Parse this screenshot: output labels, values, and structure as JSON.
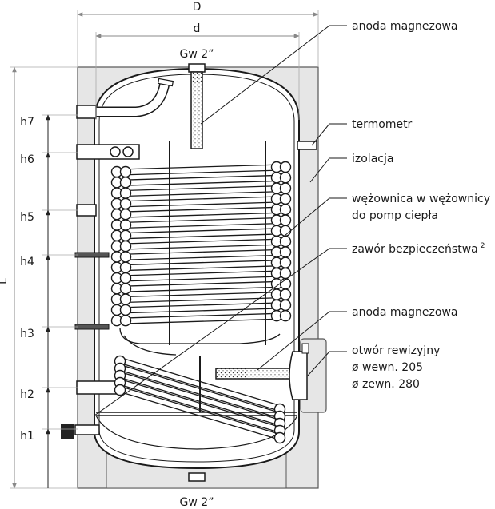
{
  "dimensions": {
    "outer_diameter": "D",
    "inner_diameter": "d",
    "height": "L"
  },
  "connections": {
    "top": "Gw 2”",
    "bottom": "Gw 2”"
  },
  "height_levels": [
    "h7",
    "h6",
    "h5",
    "h4",
    "h3",
    "h2",
    "h1"
  ],
  "labels": {
    "anode_top": "anoda magnezowa",
    "thermometer": "termometr",
    "insulation": "izolacja",
    "coil_line1": "wężownica w wężownicy",
    "coil_line2": "do pomp ciepła",
    "safety_valve": "zawór bezpieczeństwa",
    "safety_valve_note": "2",
    "anode_side": "anoda magnezowa",
    "inspection_line1": "otwór rewizyjny",
    "inspection_line2": "ø wewn. 205",
    "inspection_line3": "ø zewn. 280"
  },
  "colors": {
    "insulation": "#e6e6e6",
    "line": "#1a1a1a",
    "dim": "#9a9a9a"
  }
}
